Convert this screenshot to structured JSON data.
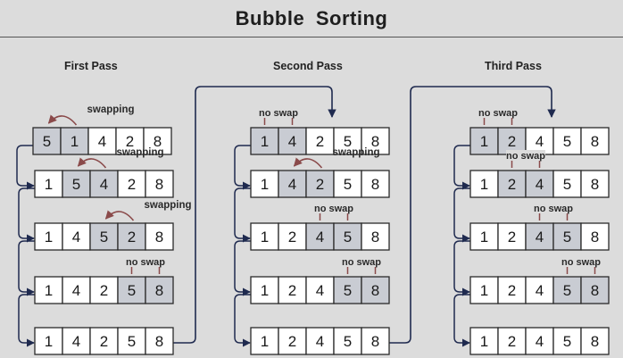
{
  "title": "Bubble Sorting",
  "colors": {
    "background": "#dcdcdc",
    "cell_fill": "#ffffff",
    "cell_highlight": "#c9ccd3",
    "cell_border": "#2a2a2a",
    "connector": "#1f2a4f",
    "swap_arrow": "#8a4a4a",
    "bracket": "#8a4a4a"
  },
  "passes": [
    {
      "label": "First Pass",
      "steps": [
        {
          "values": [
            5,
            1,
            4,
            2,
            8
          ],
          "highlight": [
            0,
            1
          ],
          "annotation": {
            "type": "swap",
            "label": "swapping",
            "between": [
              0,
              1
            ]
          }
        },
        {
          "values": [
            1,
            5,
            4,
            2,
            8
          ],
          "highlight": [
            1,
            2
          ],
          "annotation": {
            "type": "swap",
            "label": "swapping",
            "between": [
              1,
              2
            ]
          }
        },
        {
          "values": [
            1,
            4,
            5,
            2,
            8
          ],
          "highlight": [
            2,
            3
          ],
          "annotation": {
            "type": "swap",
            "label": "swapping",
            "between": [
              2,
              3
            ]
          }
        },
        {
          "values": [
            1,
            4,
            2,
            5,
            8
          ],
          "highlight": [
            3,
            4
          ],
          "annotation": {
            "type": "noswap",
            "label": "no swap",
            "between": [
              3,
              4
            ]
          }
        },
        {
          "values": [
            1,
            4,
            2,
            5,
            8
          ],
          "highlight": [],
          "annotation": null
        }
      ]
    },
    {
      "label": "Second Pass",
      "steps": [
        {
          "values": [
            1,
            4,
            2,
            5,
            8
          ],
          "highlight": [
            0,
            1
          ],
          "annotation": {
            "type": "noswap",
            "label": "no swap",
            "between": [
              0,
              1
            ]
          }
        },
        {
          "values": [
            1,
            4,
            2,
            5,
            8
          ],
          "highlight": [
            1,
            2
          ],
          "annotation": {
            "type": "swap",
            "label": "swapping",
            "between": [
              1,
              2
            ]
          }
        },
        {
          "values": [
            1,
            2,
            4,
            5,
            8
          ],
          "highlight": [
            2,
            3
          ],
          "annotation": {
            "type": "noswap",
            "label": "no swap",
            "between": [
              2,
              3
            ]
          }
        },
        {
          "values": [
            1,
            2,
            4,
            5,
            8
          ],
          "highlight": [
            3,
            4
          ],
          "annotation": {
            "type": "noswap",
            "label": "no swap",
            "between": [
              3,
              4
            ]
          }
        },
        {
          "values": [
            1,
            2,
            4,
            5,
            8
          ],
          "highlight": [],
          "annotation": null
        }
      ]
    },
    {
      "label": "Third Pass",
      "steps": [
        {
          "values": [
            1,
            2,
            4,
            5,
            8
          ],
          "highlight": [
            0,
            1
          ],
          "annotation": {
            "type": "noswap",
            "label": "no swap",
            "between": [
              0,
              1
            ]
          }
        },
        {
          "values": [
            1,
            2,
            4,
            5,
            8
          ],
          "highlight": [
            1,
            2
          ],
          "annotation": {
            "type": "noswap",
            "label": "no swap",
            "between": [
              1,
              2
            ]
          }
        },
        {
          "values": [
            1,
            2,
            4,
            5,
            8
          ],
          "highlight": [
            2,
            3
          ],
          "annotation": {
            "type": "noswap",
            "label": "no swap",
            "between": [
              2,
              3
            ]
          }
        },
        {
          "values": [
            1,
            2,
            4,
            5,
            8
          ],
          "highlight": [
            3,
            4
          ],
          "annotation": {
            "type": "noswap",
            "label": "no swap",
            "between": [
              3,
              4
            ]
          }
        },
        {
          "values": [
            1,
            2,
            4,
            5,
            8
          ],
          "highlight": [],
          "annotation": null
        }
      ]
    }
  ]
}
